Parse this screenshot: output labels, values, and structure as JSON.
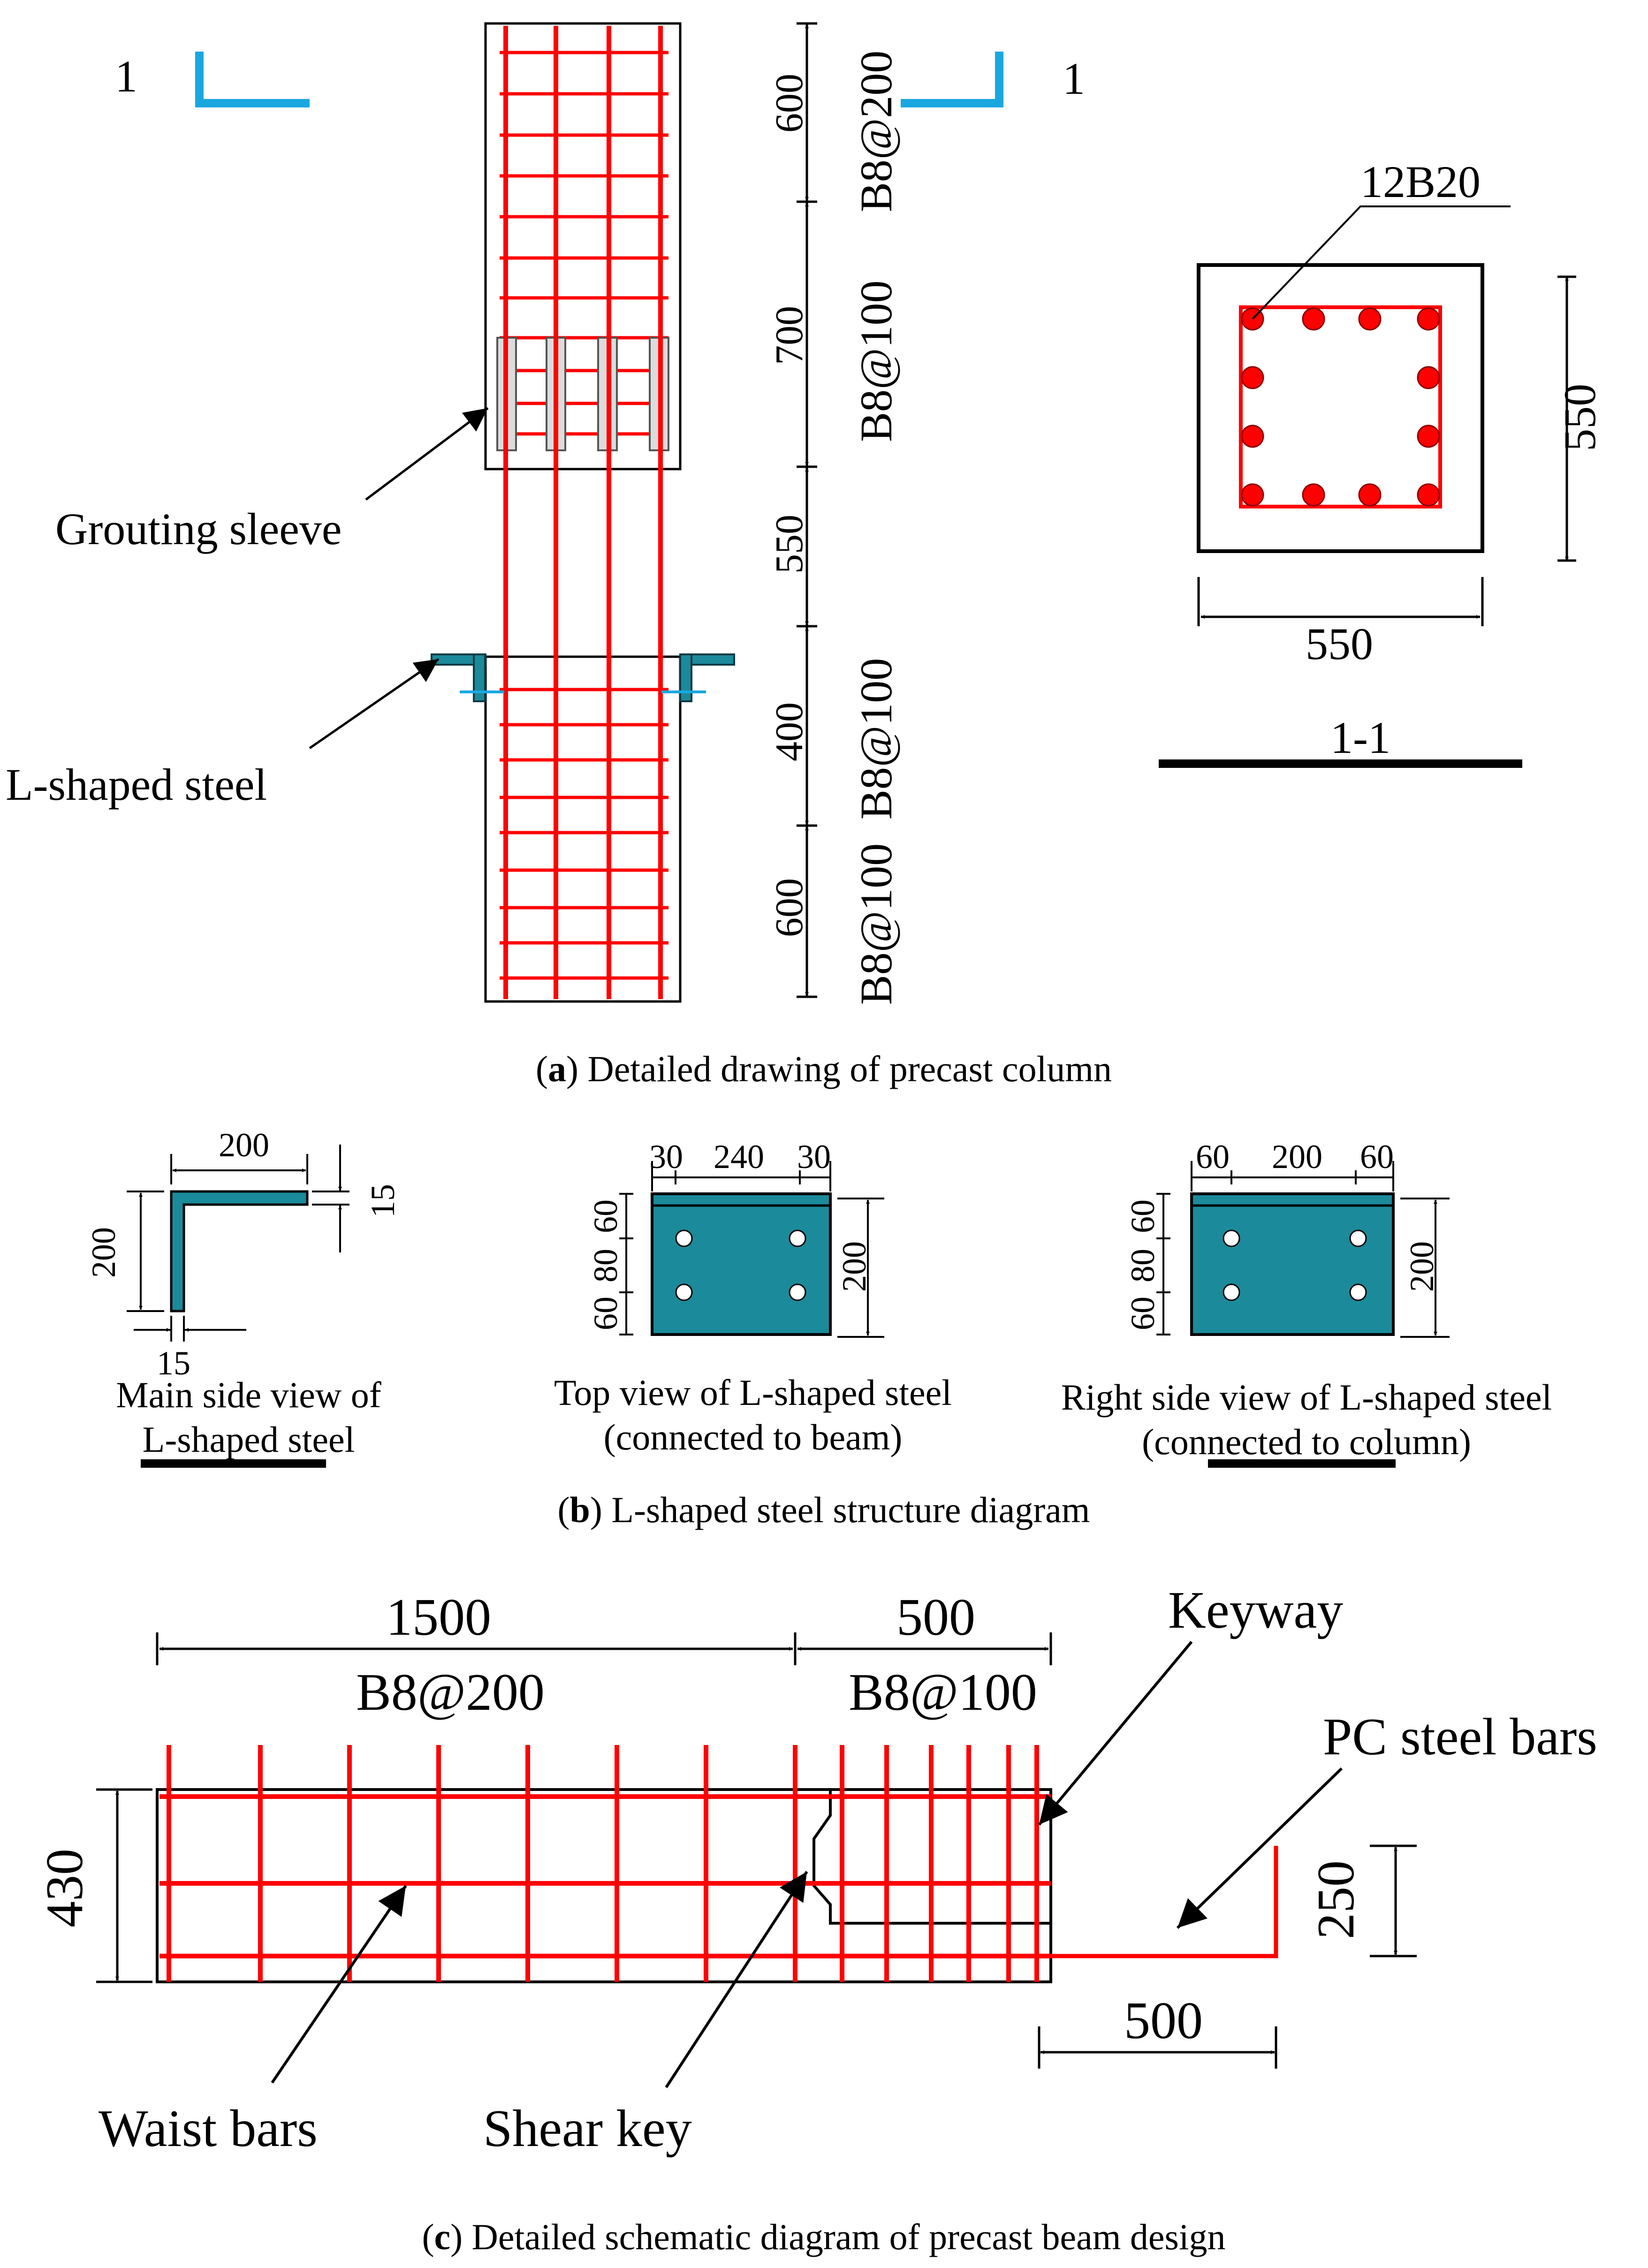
{
  "panel_a": {
    "section_marks": {
      "left": "1",
      "right": "1"
    },
    "dims": [
      "600",
      "700",
      "550",
      "400",
      "600"
    ],
    "spacing": [
      "B8@200",
      "B8@100",
      "B8@100",
      "B8@100"
    ],
    "labels": {
      "grouting_sleeve": "Grouting sleeve",
      "l_shaped_steel": "L-shaped steel"
    },
    "section": {
      "rebar": "12B20",
      "dim_h": "550",
      "dim_w": "550",
      "title": "1-1"
    },
    "caption": {
      "letter": "a",
      "text": ") Detailed drawing of precast column"
    }
  },
  "panel_b": {
    "main": {
      "dim_width": "200",
      "dim_height": "200",
      "dim_thk_h": "15",
      "dim_thk_v": "15",
      "title1": "Main side view of",
      "title2": "L-shaped steel"
    },
    "top": {
      "d1": "30",
      "d2": "240",
      "d3": "30",
      "v1": "60",
      "v2": "80",
      "v3": "60",
      "vh": "200",
      "title1": "Top view of L-shaped steel",
      "title2": "(connected to beam)"
    },
    "right": {
      "d1": "60",
      "d2": "200",
      "d3": "60",
      "v1": "60",
      "v2": "80",
      "v3": "60",
      "vh": "200",
      "title1": "Right side view of L-shaped steel",
      "title2": "(connected to column)"
    },
    "caption": {
      "letter": "b",
      "text": ") L-shaped steel structure diagram"
    }
  },
  "panel_c": {
    "dim_1500": "1500",
    "dim_500_top": "500",
    "spacing_left": "B8@200",
    "spacing_right": "B8@100",
    "height": "430",
    "dim_250": "250",
    "dim_500_bottom": "500",
    "labels": {
      "keyway": "Keyway",
      "pc_bars": "PC steel bars",
      "waist_bars": "Waist bars",
      "shear_key": "Shear key"
    },
    "caption": {
      "letter": "c",
      "text": ") Detailed schematic diagram of precast beam design"
    }
  },
  "colors": {
    "rebar": "#ff0000",
    "steel": "#1b8a9a",
    "section_mark": "#1aa7e0",
    "line": "#000000"
  }
}
